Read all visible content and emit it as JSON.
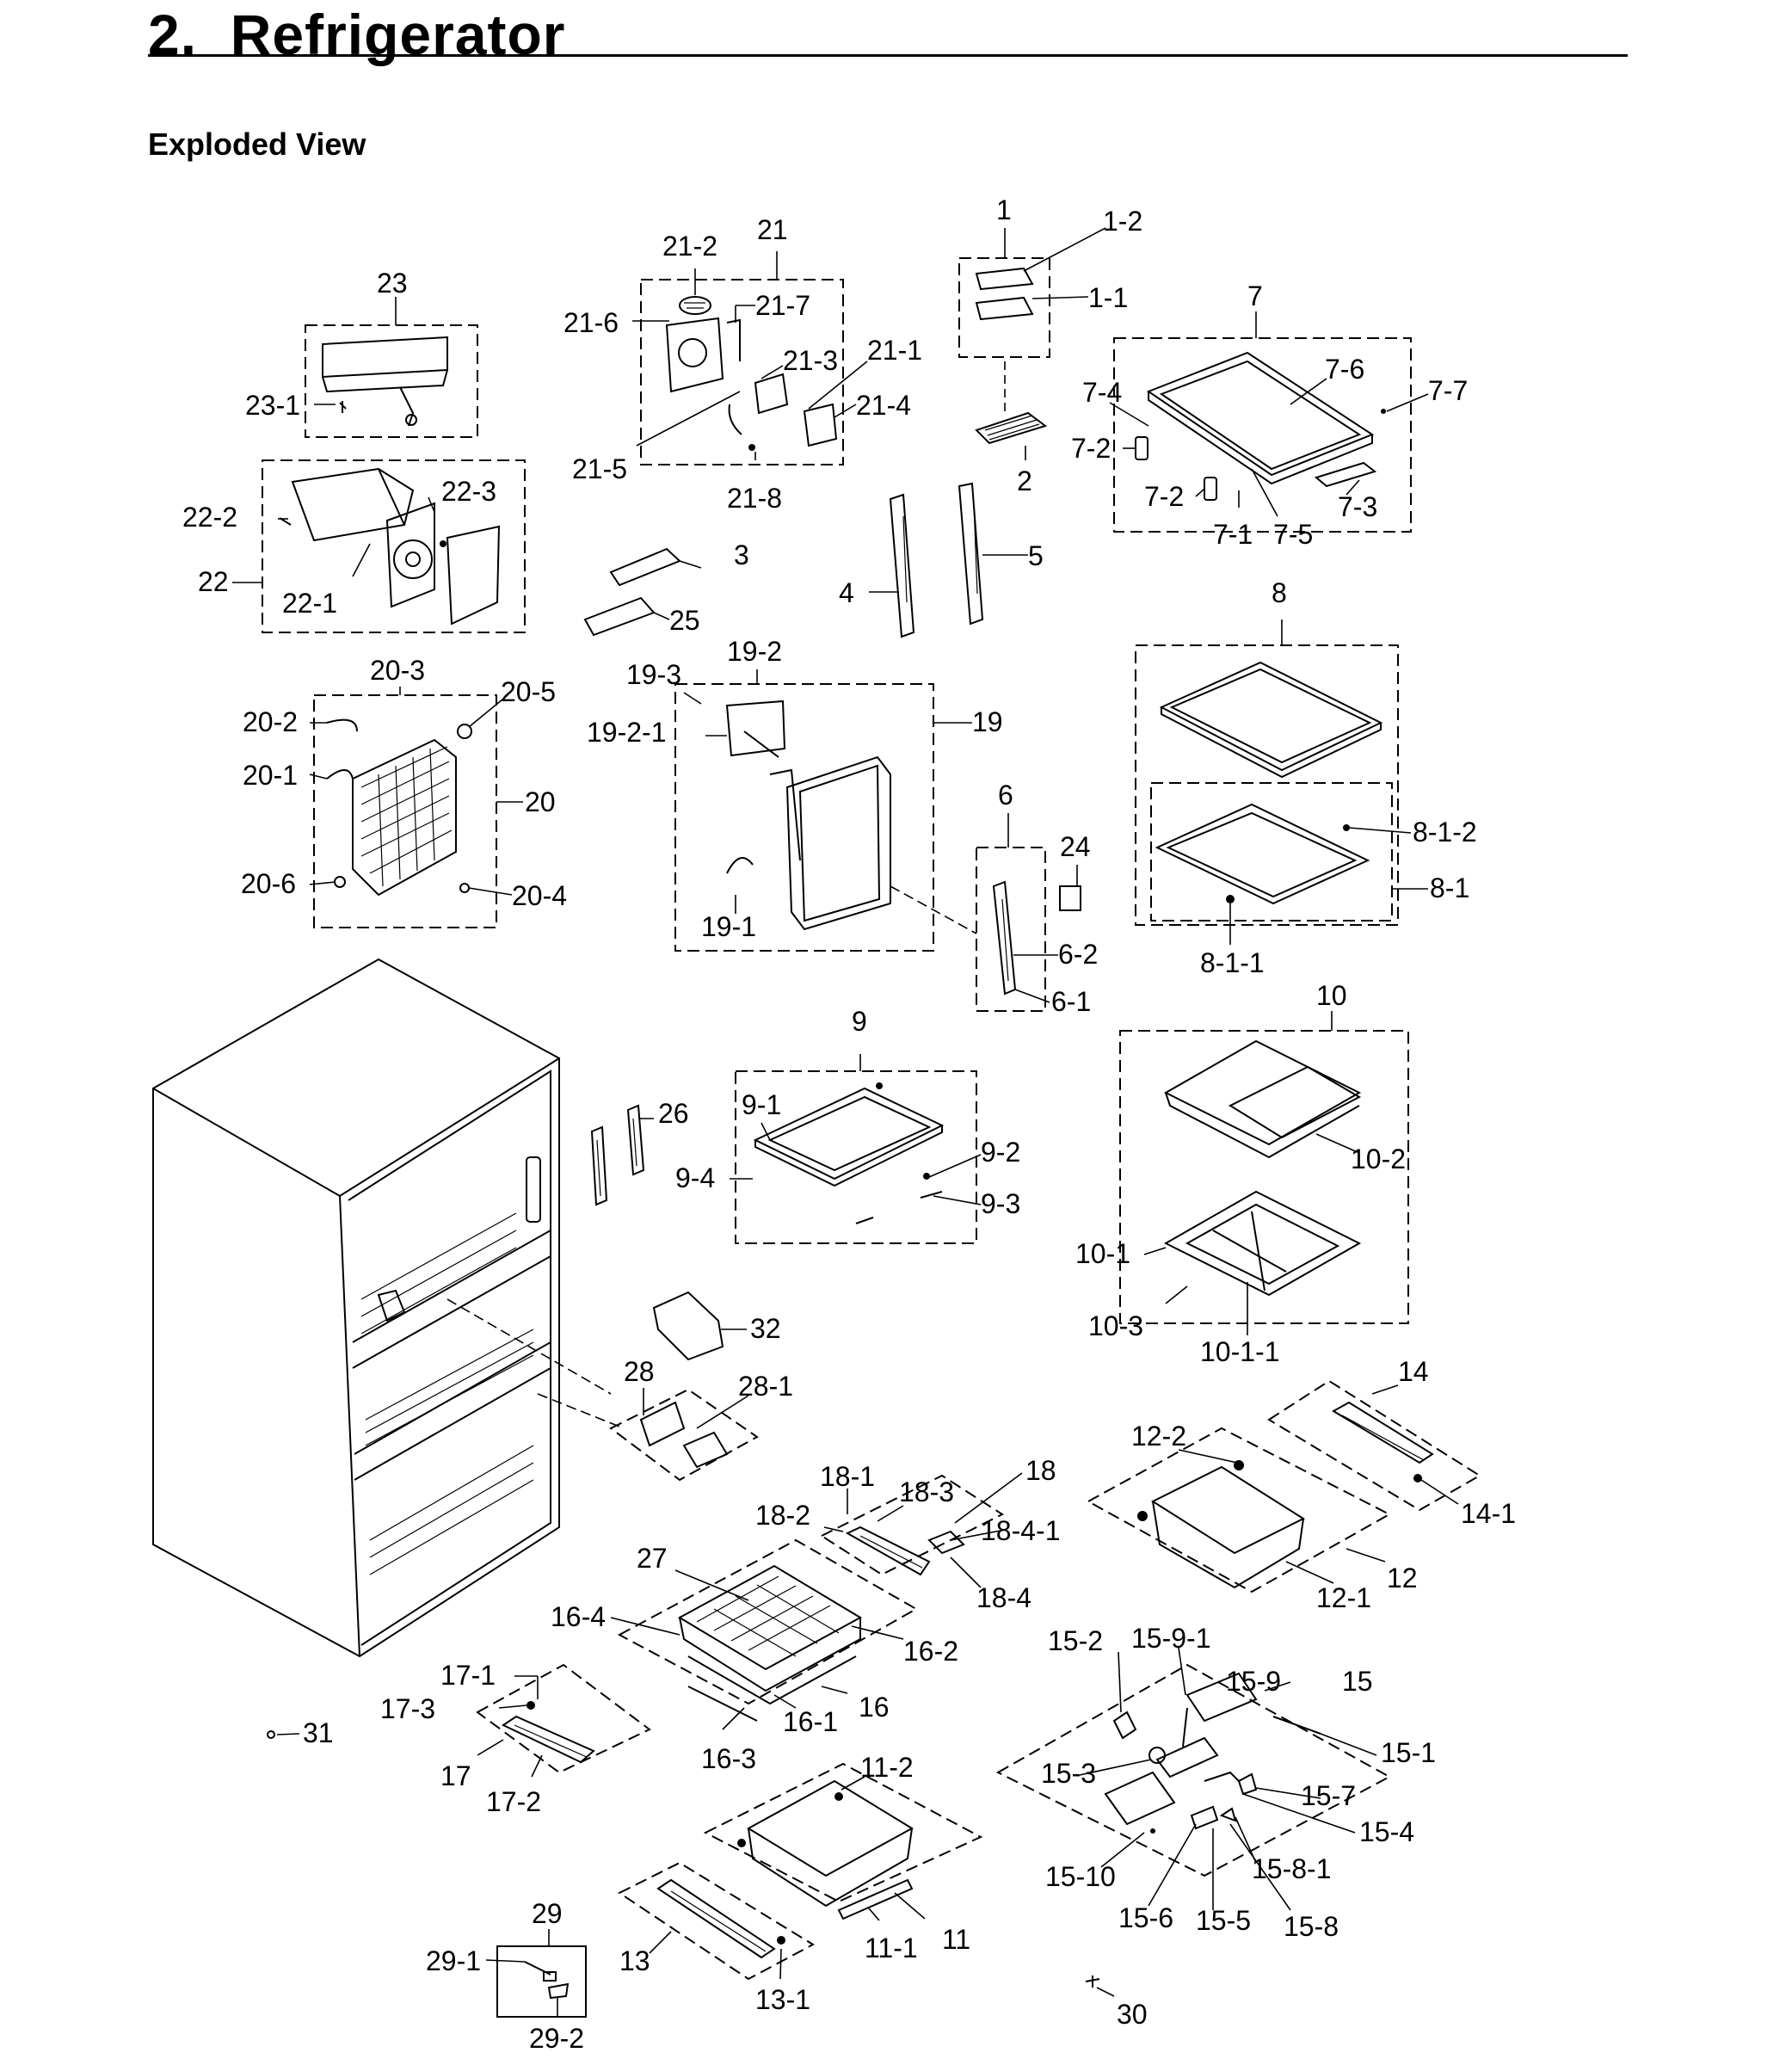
{
  "heading": {
    "number": "2.",
    "title": "Refrigerator"
  },
  "section": {
    "title": "Exploded View"
  },
  "part_labels": {
    "p1": "1",
    "p1_1": "1-1",
    "p1_2": "1-2",
    "p2": "2",
    "p3": "3",
    "p4": "4",
    "p5": "5",
    "p6": "6",
    "p6_1": "6-1",
    "p6_2": "6-2",
    "p7": "7",
    "p7_1": "7-1",
    "p7_2a": "7-2",
    "p7_2b": "7-2",
    "p7_3": "7-3",
    "p7_4": "7-4",
    "p7_5": "7-5",
    "p7_6": "7-6",
    "p7_7": "7-7",
    "p8": "8",
    "p8_1": "8-1",
    "p8_1_1": "8-1-1",
    "p8_1_2": "8-1-2",
    "p9": "9",
    "p9_1": "9-1",
    "p9_2": "9-2",
    "p9_3": "9-3",
    "p9_4": "9-4",
    "p10": "10",
    "p10_1": "10-1",
    "p10_1_1": "10-1-1",
    "p10_2": "10-2",
    "p10_3": "10-3",
    "p11": "11",
    "p11_1": "11-1",
    "p11_2": "11-2",
    "p12": "12",
    "p12_1": "12-1",
    "p12_2": "12-2",
    "p13": "13",
    "p13_1": "13-1",
    "p14": "14",
    "p14_1": "14-1",
    "p15": "15",
    "p15_1": "15-1",
    "p15_2": "15-2",
    "p15_3": "15-3",
    "p15_4": "15-4",
    "p15_5": "15-5",
    "p15_6": "15-6",
    "p15_7": "15-7",
    "p15_8": "15-8",
    "p15_8_1": "15-8-1",
    "p15_9": "15-9",
    "p15_9_1": "15-9-1",
    "p15_10": "15-10",
    "p16": "16",
    "p16_1": "16-1",
    "p16_2": "16-2",
    "p16_3": "16-3",
    "p16_4": "16-4",
    "p17": "17",
    "p17_1": "17-1",
    "p17_2": "17-2",
    "p17_3": "17-3",
    "p18": "18",
    "p18_1": "18-1",
    "p18_2": "18-2",
    "p18_3": "18-3",
    "p18_4": "18-4",
    "p18_4_1": "18-4-1",
    "p19": "19",
    "p19_1": "19-1",
    "p19_2": "19-2",
    "p19_2_1": "19-2-1",
    "p19_3": "19-3",
    "p20": "20",
    "p20_1": "20-1",
    "p20_2": "20-2",
    "p20_3": "20-3",
    "p20_4": "20-4",
    "p20_5": "20-5",
    "p20_6": "20-6",
    "p21": "21",
    "p21_1": "21-1",
    "p21_2": "21-2",
    "p21_3": "21-3",
    "p21_4": "21-4",
    "p21_5": "21-5",
    "p21_6": "21-6",
    "p21_7": "21-7",
    "p21_8": "21-8",
    "p22": "22",
    "p22_1": "22-1",
    "p22_2": "22-2",
    "p22_3": "22-3",
    "p23": "23",
    "p23_1": "23-1",
    "p24": "24",
    "p25": "25",
    "p26": "26",
    "p27": "27",
    "p28": "28",
    "p28_1": "28-1",
    "p29": "29",
    "p29_1": "29-1",
    "p29_2": "29-2",
    "p30": "30",
    "p31": "31",
    "p32": "32"
  }
}
